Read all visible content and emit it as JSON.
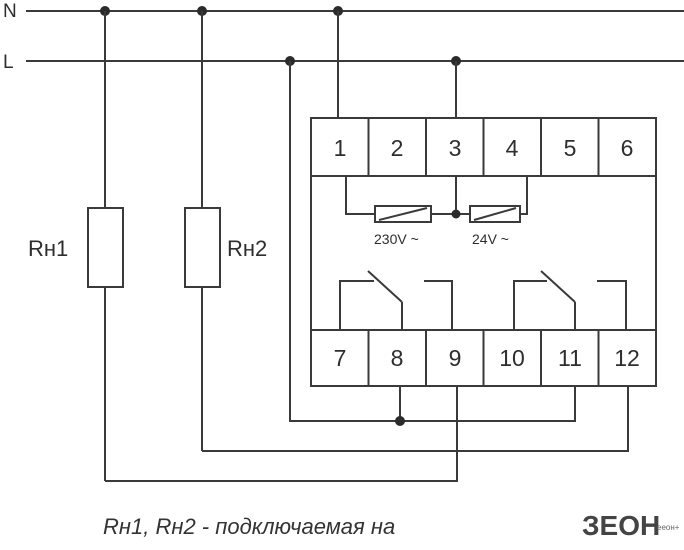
{
  "buses": {
    "neutral_label": "N",
    "line_label": "L"
  },
  "loads": [
    {
      "label": "Rн1"
    },
    {
      "label": "Rн2"
    }
  ],
  "terminals_top": [
    "1",
    "2",
    "3",
    "4",
    "5",
    "6"
  ],
  "terminals_bottom": [
    "7",
    "8",
    "9",
    "10",
    "11",
    "12"
  ],
  "coils": [
    {
      "label": "230V ~"
    },
    {
      "label": "24V ~"
    }
  ],
  "caption": "Rн1, Rн2 - подключаемая на",
  "logo": {
    "text": "ЗEOН",
    "small": "ееон+"
  }
}
